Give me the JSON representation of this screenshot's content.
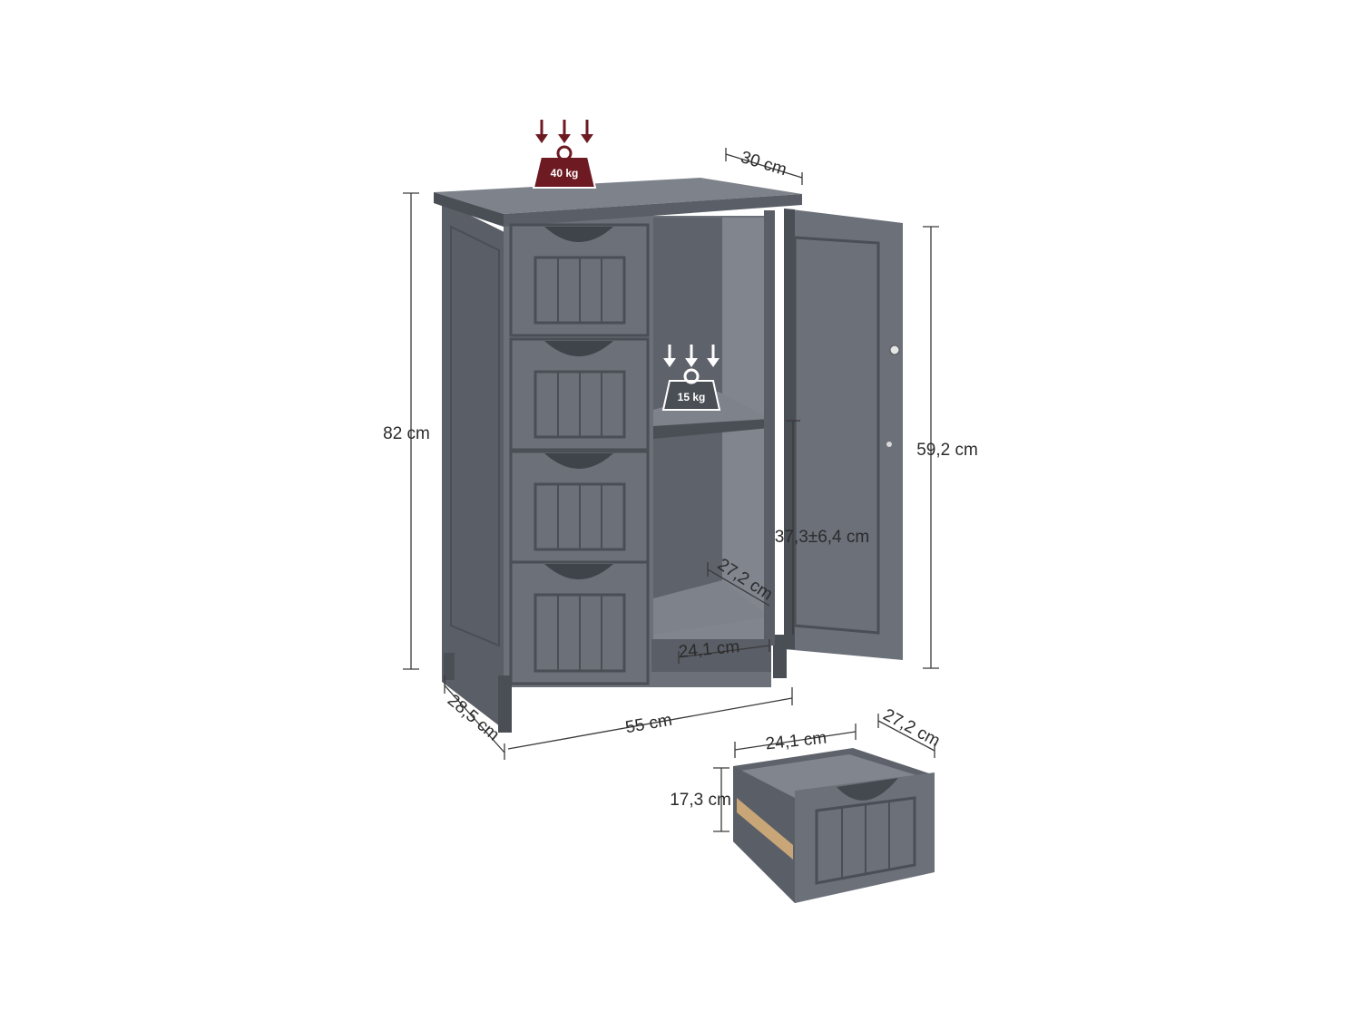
{
  "colors": {
    "cabinet_front": "#6b7079",
    "cabinet_side": "#5a5e66",
    "cabinet_dark": "#4a4e55",
    "cabinet_light": "#7d828b",
    "inner": "#80858e",
    "inner_dark": "#5e626a",
    "wood": "#c9a678",
    "top_weight": "#6e1a22",
    "shelf_weight": "#ffffff",
    "dimension_line": "#3a3a3a"
  },
  "weights": {
    "top": "40 kg",
    "shelf": "15 kg"
  },
  "icons": {
    "top": "weight-arrows-icon",
    "shelf": "weight-arrows-icon"
  },
  "dimensions": {
    "height": "82 cm",
    "depth_top": "30 cm",
    "door_height": "59,2 cm",
    "shelf_adjust": "37,3±6,4 cm",
    "inner_depth": "27,2 cm",
    "inner_width": "24,1 cm",
    "base_depth": "28,5 cm",
    "width": "55 cm",
    "drawer_width": "24,1 cm",
    "drawer_depth": "27,2 cm",
    "drawer_height": "17,3 cm"
  }
}
